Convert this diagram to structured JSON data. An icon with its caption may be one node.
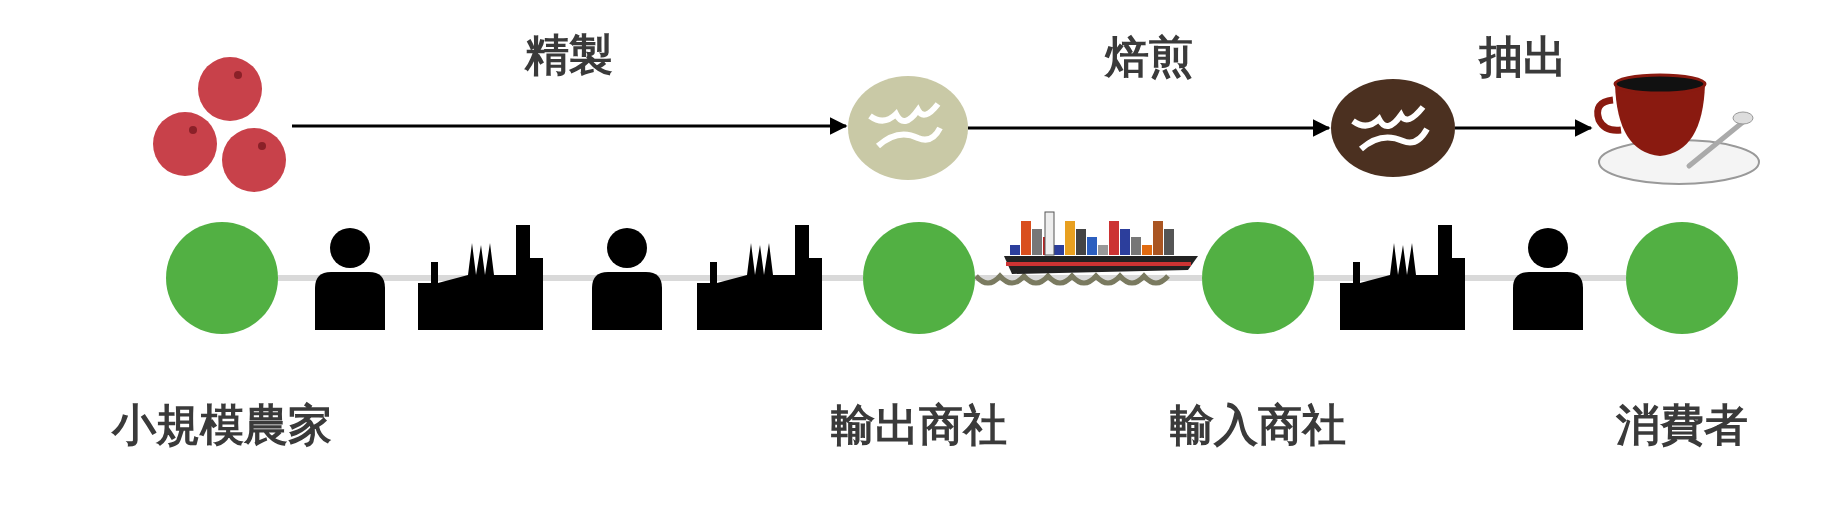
{
  "diagram": {
    "nodes": [
      {
        "text": [
          "小規模農家"
        ]
      },
      {
        "text": [
          "輸出商社"
        ]
      },
      {
        "text": [
          "輸入商社"
        ]
      },
      {
        "text": [
          "消費者"
        ]
      },
      {
        "text": [],
        "shape": "picture"
      },
      {
        "text": [],
        "shape": "picture"
      },
      {
        "text": [],
        "shape": "picture"
      },
      {
        "text": [],
        "shape": "picture"
      }
    ],
    "edges": [
      {
        "from": 4,
        "to": 5,
        "arrow": "to",
        "label": "精製"
      },
      {
        "from": 5,
        "to": 6,
        "arrow": "to",
        "label": "焙煎"
      },
      {
        "from": 6,
        "to": 7,
        "arrow": "to",
        "label": "抽出"
      },
      {
        "from": 0,
        "to": 1,
        "arrow": "none",
        "style": "thick",
        "color": "#d9d9d9"
      },
      {
        "from": 1,
        "to": 2,
        "arrow": "none",
        "style": "thick",
        "color": "#d9d9d9"
      },
      {
        "from": 2,
        "to": 3,
        "arrow": "none",
        "style": "thick",
        "color": "#d9d9d9"
      }
    ]
  }
}
